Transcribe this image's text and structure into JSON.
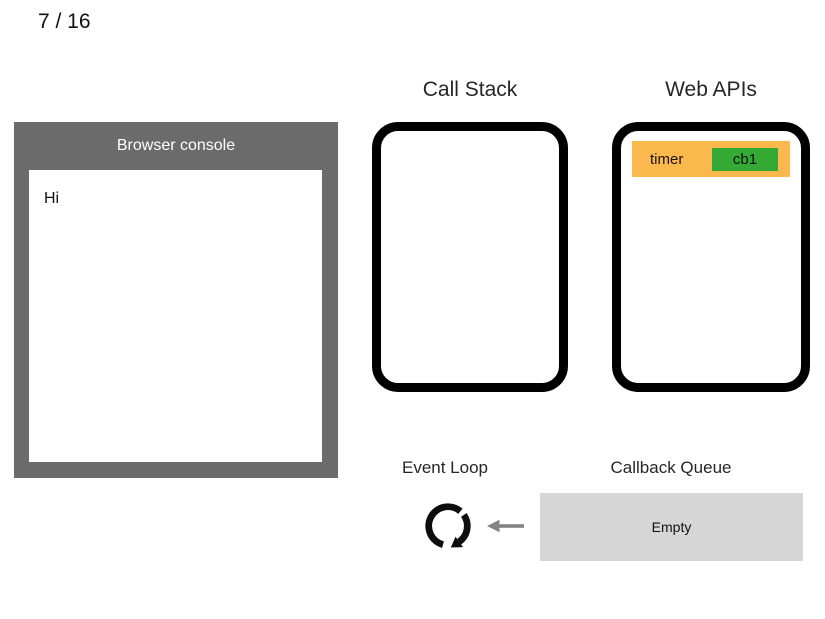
{
  "page": {
    "slide_counter": "7 / 16"
  },
  "browser_console": {
    "title": "Browser console",
    "logs": [
      "Hi"
    ]
  },
  "call_stack": {
    "title": "Call Stack",
    "items": []
  },
  "web_apis": {
    "title": "Web APIs",
    "tasks": [
      {
        "label": "timer",
        "callback": "cb1"
      }
    ]
  },
  "event_loop": {
    "title": "Event Loop"
  },
  "callback_queue": {
    "title": "Callback Queue",
    "status": "Empty"
  },
  "icons": {
    "loop": "clockwise-circular-arrow-icon",
    "queue_to_loop": "left-arrow-icon"
  },
  "colors": {
    "console_gray": "#6b6b6b",
    "task_orange": "#fbb84c",
    "callback_green": "#34a934",
    "queue_gray": "#d6d6d6",
    "arrow_gray": "#848484",
    "frame_black": "#000000"
  }
}
